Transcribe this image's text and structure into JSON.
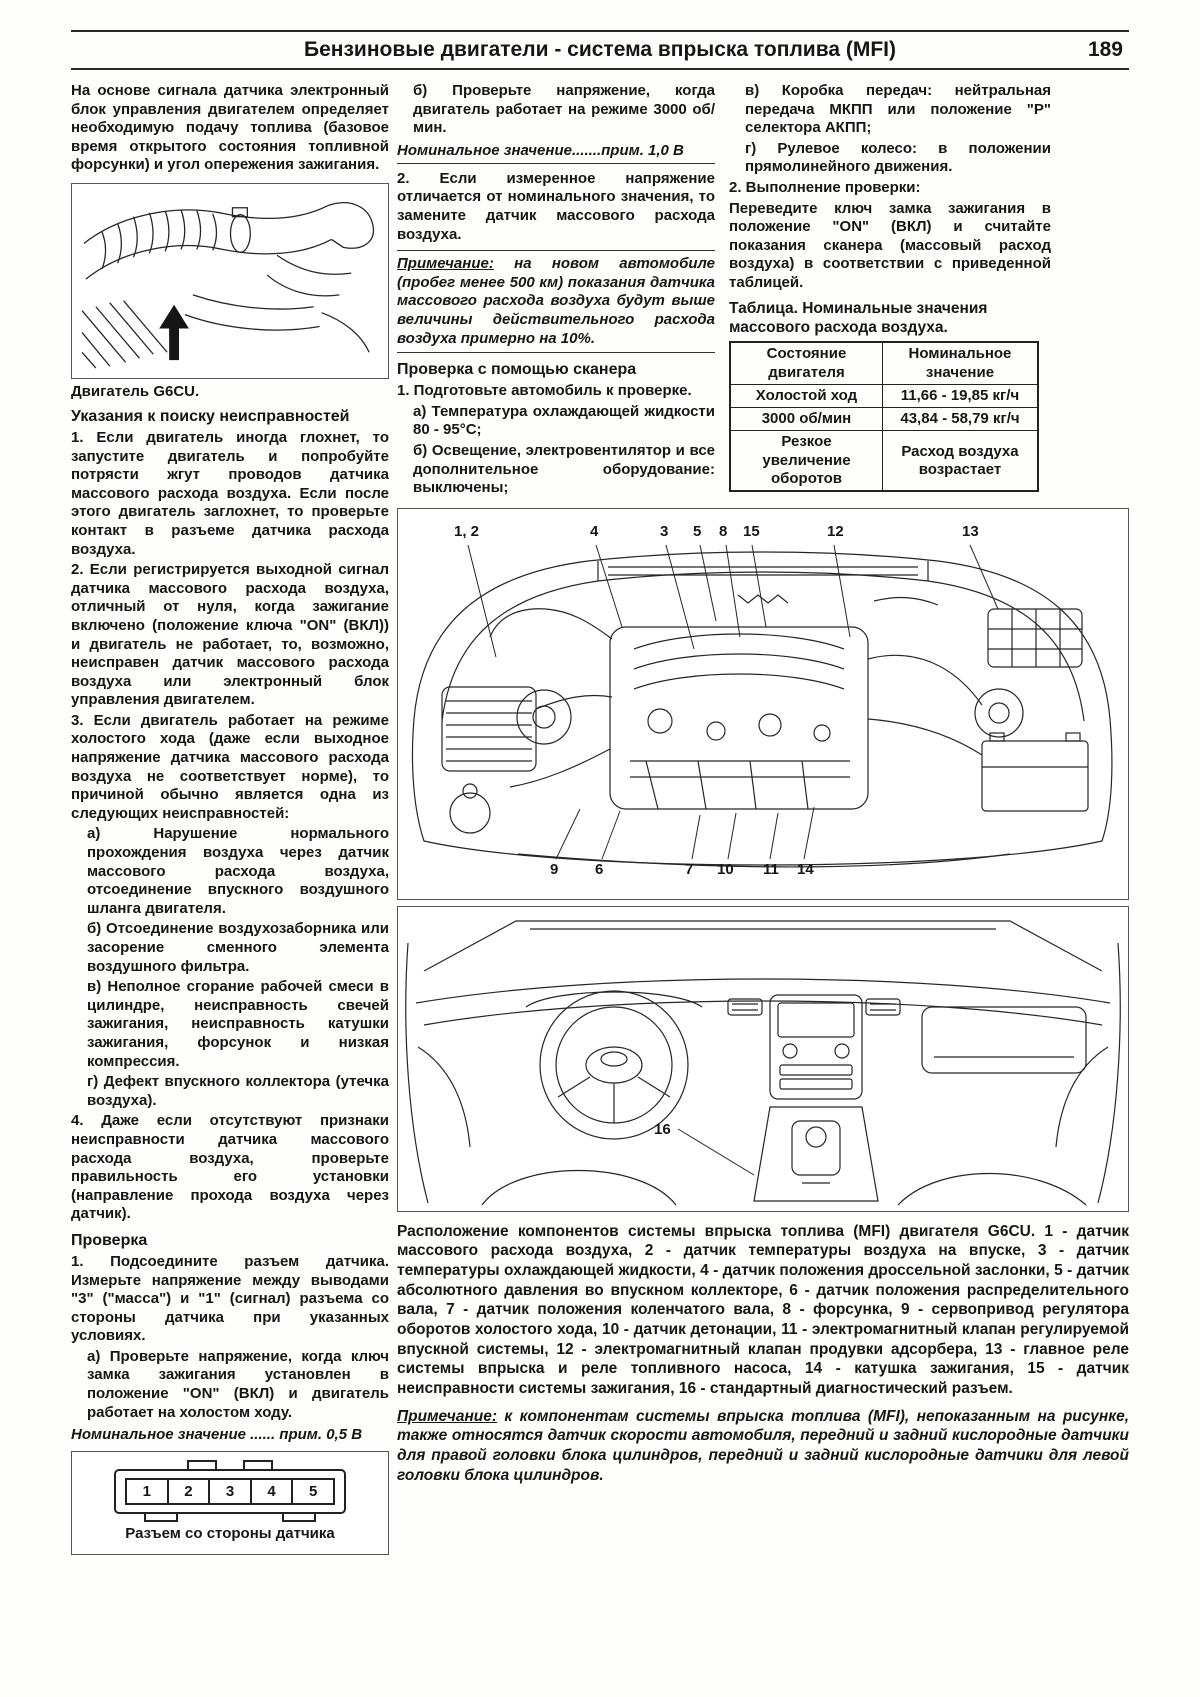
{
  "header": {
    "title": "Бензиновые двигатели - система впрыска топлива (MFI)",
    "page_number": "189"
  },
  "left": {
    "intro": "На основе сигнала датчика электронный блок управления двигателем определяет необходимую подачу топлива (базовое время открытого состояния топливной форсунки) и угол опережения зажигания.",
    "engine_figure_caption": "Двигатель G6CU.",
    "faults_heading": "Указания к поиску неисправностей",
    "faults": [
      "1. Если двигатель иногда глохнет, то запустите двигатель и попробуйте потрясти жгут проводов датчика массового расхода воздуха. Если после этого двигатель заглохнет, то проверьте контакт в разъеме датчика расхода воздуха.",
      "2. Если регистрируется выходной сигнал датчика массового расхода воздуха, отличный от нуля, когда зажигание включено (положение ключа \"ON\" (ВКЛ)) и двигатель не работает, то, возможно, неисправен датчик массового расхода воздуха или электронный блок управления двигателем.",
      "3. Если двигатель работает на режиме холостого хода (даже если выходное напряжение датчика массового расхода воздуха не соответствует норме), то причиной обычно является одна из следующих неисправностей:",
      "а) Нарушение нормального прохождения воздуха через датчик массового расхода воздуха, отсоединение впускного воздушного шланга двигателя.",
      "б) Отсоединение воздухозаборника или засорение сменного элемента воздушного фильтра.",
      "в) Неполное сгорание рабочей смеси в цилиндре, неисправность свечей зажигания, неисправность катушки зажигания, форсунок и низкая компрессия.",
      "г) Дефект впускного коллектора (утечка воздуха).",
      "4. Даже если отсутствуют признаки неисправности датчика массового расхода воздуха, проверьте правильность его установки (направление прохода воздуха через датчик)."
    ],
    "check_heading": "Проверка",
    "check_items": [
      "1. Подсоедините разъем датчика. Измерьте напряжение между выводами \"3\" (\"масса\") и \"1\" (сигнал) разъема со стороны датчика при указанных условиях.",
      "а) Проверьте напряжение, когда ключ замка зажигания установлен в положение \"ON\" (ВКЛ) и двигатель работает на холостом ходу."
    ],
    "nominal_value": "Номинальное значение ...... прим. 0,5 В",
    "connector": {
      "pins": [
        "1",
        "2",
        "3",
        "4",
        "5"
      ],
      "caption": "Разъем со стороны датчика"
    }
  },
  "middle": {
    "item_b": "б) Проверьте напряжение, когда двигатель работает на режиме 3000 об/мин.",
    "nominal_value": "Номинальное значение.......прим. 1,0 В",
    "item_2": "2. Если измеренное напряжение отличается от номинального значения, то замените датчик массового расхода воздуха.",
    "note_label": "Примечание:",
    "note_text": " на новом автомобиле (пробег менее 500 км) показания датчика массового расхода воздуха будут выше величины действительного расхода воздуха примерно на 10%.",
    "scanner_heading": "Проверка с помощью сканера",
    "scanner_items": [
      "1. Подготовьте автомобиль к проверке.",
      "а) Температура охлаждающей жидкости 80 - 95°С;",
      "б) Освещение, электровентилятор и все дополнительное оборудование: выключены;"
    ]
  },
  "right": {
    "items": [
      "в) Коробка передач: нейтральная передача МКПП или положение \"Р\" селектора АКПП;",
      "г) Рулевое колесо: в положении прямолинейного движения.",
      "2. Выполнение проверки:",
      "Переведите ключ замка зажигания в положение \"ON\" (ВКЛ) и считайте показания сканера (массовый расход воздуха) в соответствии с приведенной таблицей."
    ],
    "table_title": "Таблица. Номинальные значения массового расхода воздуха.",
    "table": {
      "headers": [
        "Состояние двигателя",
        "Номинальное значение"
      ],
      "rows": [
        [
          "Холостой ход",
          "11,66 - 19,85 кг/ч"
        ],
        [
          "3000 об/мин",
          "43,84 - 58,79 кг/ч"
        ],
        [
          "Резкое увеличение оборотов",
          "Расход воздуха возрастает"
        ]
      ]
    }
  },
  "diagram": {
    "top_callouts": [
      "1, 2",
      "4",
      "3",
      "5",
      "8",
      "15",
      "12",
      "13"
    ],
    "bottom_callouts": [
      "9",
      "6",
      "7",
      "10",
      "11",
      "14"
    ],
    "dashboard_callout": "16"
  },
  "caption": {
    "text": "Расположение компонентов системы впрыска топлива (MFI) двигателя G6CU. 1 - датчик массового расхода воздуха, 2 - датчик температуры воздуха на впуске, 3 - датчик температуры охлаждающей жидкости, 4 - датчик положения дроссельной заслонки, 5 - датчик абсолютного давления во впускном коллекторе, 6 - датчик положения распределительного вала, 7 - датчик положения коленчатого вала, 8 - форсунка, 9 - сервопривод регулятора оборотов холостого хода, 10 - датчик детонации, 11 - электромагнитный клапан регулируемой впускной системы, 12 - электромагнитный клапан продувки адсорбера, 13 - главное реле системы впрыска и реле топливного насоса, 14 - катушка зажигания, 15 - датчик неисправности системы зажигания, 16 - стандартный диагностический разъем.",
    "note_label": "Примечание:",
    "note_text": " к компонентам системы впрыска топлива (MFI), непоказанным на рисунке, также относятся датчик скорости автомобиля, передний и задний кислородные датчики для правой головки блока цилиндров, передний и задний кислородные датчики для левой головки блока цилиндров."
  }
}
